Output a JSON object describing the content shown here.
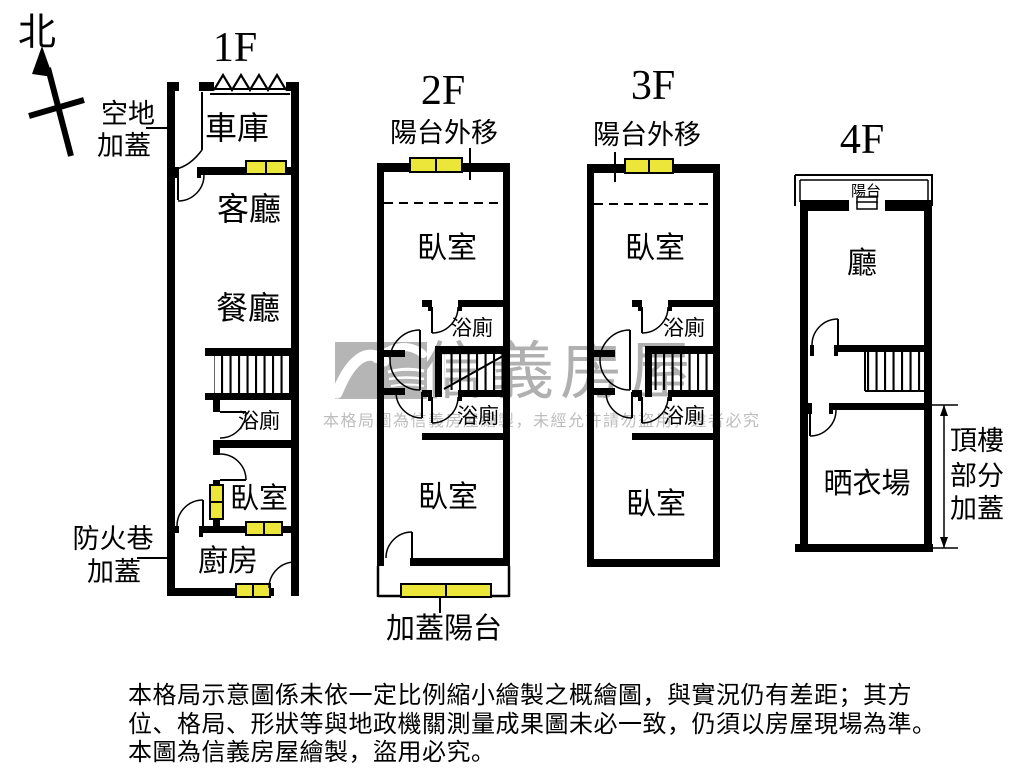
{
  "compass": {
    "north": "北"
  },
  "floors": {
    "f1": {
      "title": "1F",
      "garage": "車庫",
      "living": "客廳",
      "dining": "餐廳",
      "bath": "浴廁",
      "bedroom": "臥室",
      "kitchen": "廚房",
      "vacant_line1": "空地",
      "vacant_line2": "加蓋",
      "firelane_line1": "防火巷",
      "firelane_line2": "加蓋"
    },
    "f2": {
      "title": "2F",
      "balcony_note": "陽台外移",
      "bedroom_front": "臥室",
      "bath_front": "浴廁",
      "bath_rear": "浴廁",
      "bedroom_rear": "臥室",
      "balcony_added": "加蓋陽台"
    },
    "f3": {
      "title": "3F",
      "balcony_note": "陽台外移",
      "bedroom_front": "臥室",
      "bath_front": "浴廁",
      "bath_rear": "浴廁",
      "bedroom_rear": "臥室"
    },
    "f4": {
      "title": "4F",
      "balcony": "陽台",
      "hall": "廳",
      "laundry": "晒衣場",
      "rooftop_line1": "頂樓",
      "rooftop_line2": "部分",
      "rooftop_line3": "加蓋"
    }
  },
  "watermark": {
    "brand": "信義房屋",
    "notice": "本格局圖為信義房屋繪製，未經允許請勿盜用，違者必究"
  },
  "disclaimer": {
    "line1": "本格局示意圖係未依一定比例縮小繪製之概繪圖，與實況仍有差距；其方",
    "line2": "位、格局、形狀等與地政機關測量成果圖未必一致，仍須以房屋現場為準。",
    "line3": "本圖為信義房屋繪製，盜用必究。"
  },
  "colors": {
    "wall": "#000000",
    "window_fill": "#ece63b",
    "watermark_gray": "#b5b5b5",
    "brand_gray": "#b0b0b0",
    "notice_gray": "#bdbdbd"
  }
}
